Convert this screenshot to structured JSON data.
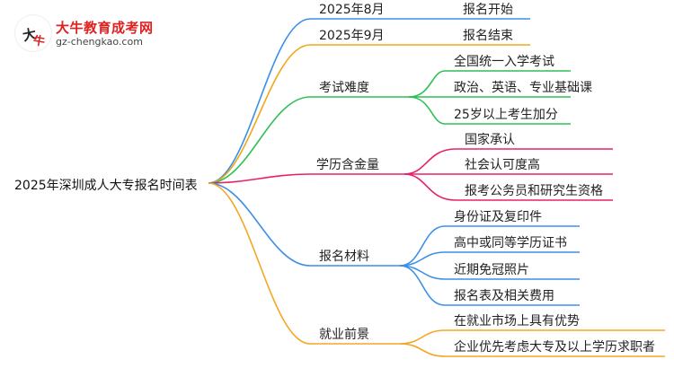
{
  "logo": {
    "title": "大牛教育成考网",
    "url": "gz-chengkao.com",
    "mark_text": "大牛"
  },
  "root": {
    "label": "2025年深圳成人大专报名时间表"
  },
  "colors": {
    "blue": "#3a8fe8",
    "gold": "#f0a818",
    "green": "#2fbf55",
    "magenta": "#e8206a",
    "orange": "#f5a623"
  },
  "branches": [
    {
      "label": "2025年8月",
      "color": "blue",
      "children": [
        "报名开始"
      ]
    },
    {
      "label": "2025年9月",
      "color": "gold",
      "children": [
        "报名结束"
      ]
    },
    {
      "label": "考试难度",
      "color": "green",
      "children": [
        "全国统一入学考试",
        "政治、英语、专业基础课",
        "25岁以上考生加分"
      ]
    },
    {
      "label": "学历含金量",
      "color": "magenta",
      "children": [
        "国家承认",
        "社会认可度高",
        "报考公务员和研究生资格"
      ]
    },
    {
      "label": "报名材料",
      "color": "blue",
      "children": [
        "身份证及复印件",
        "高中或同等学历证书",
        "近期免冠照片",
        "报名表及相关费用"
      ]
    },
    {
      "label": "就业前景",
      "color": "orange",
      "children": [
        "在就业市场上具有优势",
        "企业优先考虑大专及以上学历求职者"
      ]
    }
  ]
}
